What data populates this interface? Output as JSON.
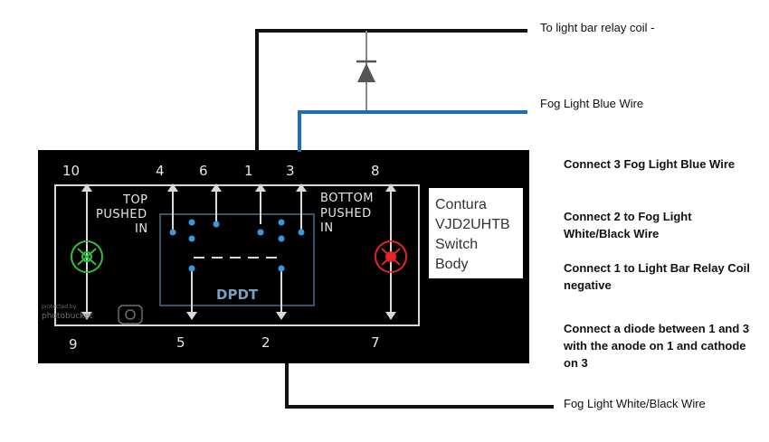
{
  "labels": {
    "relay_coil": "To light bar relay coil -",
    "blue_wire": "Fog Light Blue Wire",
    "white_black_wire": "Fog Light White/Black Wire"
  },
  "switch": {
    "pins": {
      "p10": "10",
      "p4": "4",
      "p6": "6",
      "p1": "1",
      "p3": "3",
      "p8": "8",
      "p9": "9",
      "p5": "5",
      "p2": "2",
      "p7": "7"
    },
    "top_label": [
      "TOP",
      "PUSHED",
      "IN"
    ],
    "bottom_label": [
      "BOTTOM",
      "PUSHED",
      "IN"
    ],
    "center_label": "DPDT",
    "info_box": [
      "Contura",
      "VJD2UHTB",
      "Switch",
      "Body"
    ],
    "watermark": [
      "protected by",
      "photobucket"
    ]
  },
  "notes": [
    "Connect 3 Fog Light Blue Wire",
    "Connect 2 to Fog Light White/Black Wire",
    "Connect 1 to Light Bar Relay Coil negative",
    "Connect a diode between 1 and 3 with the anode on 1 and cathode on 3"
  ],
  "colors": {
    "switch_background": "#000000",
    "blue_wire": "#1f6db5",
    "black_wire": "#111111",
    "diode": "#555555",
    "terminal_dot": "#3a9ad9",
    "lamp_green": "#2fbf3a",
    "lamp_red": "#e12626"
  }
}
